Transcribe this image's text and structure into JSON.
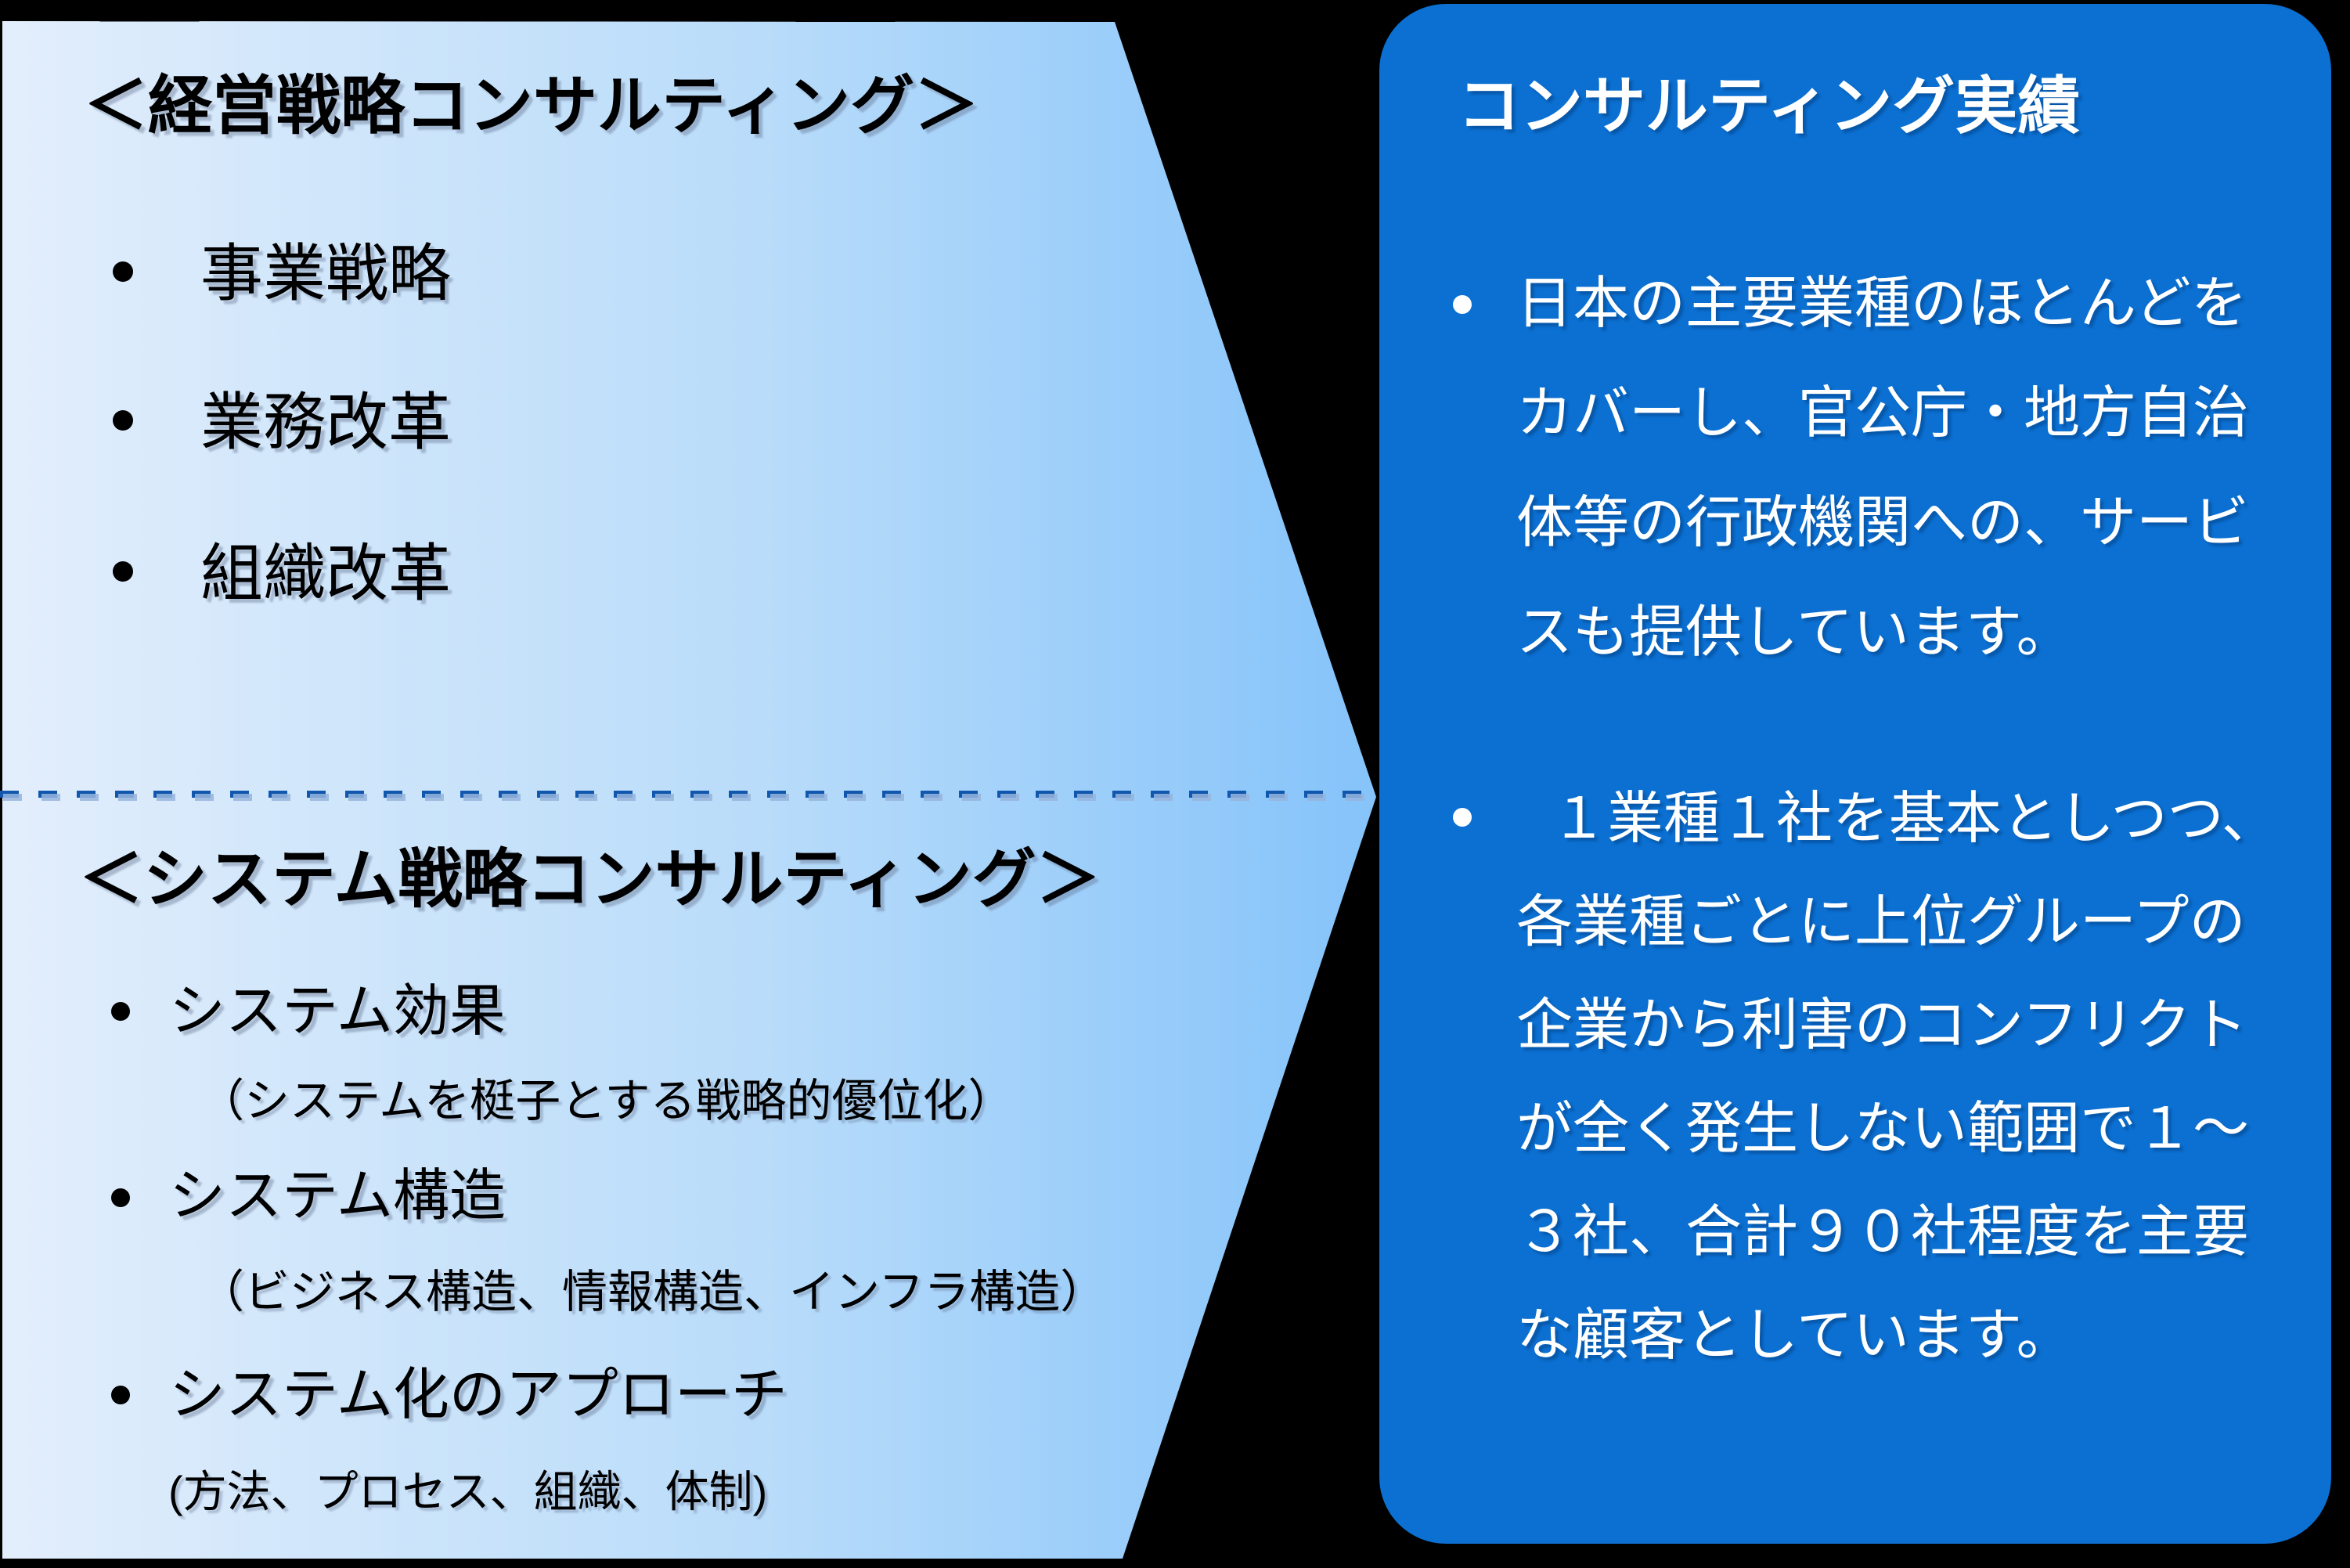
{
  "page": {
    "background_color": "#000000"
  },
  "arrow_panel": {
    "gradient_start_color": "#d9eafb",
    "gradient_end_color": "#85c3fa",
    "divider_color": "#1157ad",
    "heading_management": "＜経営戦略コンサルティング＞",
    "management_bullets": [
      {
        "marker": "bullet-dot",
        "label": "事業戦略"
      },
      {
        "marker": "bullet-dot",
        "label": "業務改革"
      },
      {
        "marker": "bullet-dot",
        "label": "組織改革"
      }
    ],
    "heading_system": "＜システム戦略コンサルティング＞",
    "system_bullets": [
      {
        "marker": "bullet-dot",
        "label": "システム効果",
        "note": "（システムを梃子とする戦略的優位化）"
      },
      {
        "marker": "bullet-dot",
        "label": "システム構造",
        "note": "（ビジネス構造、情報構造、インフラ構造）"
      },
      {
        "marker": "bullet-dot",
        "label": "システム化のアプローチ",
        "note": "(方法、プロセス、組織、体制)"
      }
    ]
  },
  "result_box": {
    "background_color": "#0b70d2",
    "text_color": "#ffffff",
    "title": "コンサルティング実績",
    "bullets": [
      {
        "marker": "bullet-dot",
        "text": "日本の主要業種のほとんどをカバーし、官公庁・地方自治体等の行政機関への、サービスも提供しています。",
        "lines": [
          "日本の主要業種のほとんどを",
          "カバーし、官公庁・地方自治",
          "体等の行政機関への、サービ",
          "スも提供しています。"
        ]
      },
      {
        "marker": "bullet-dot",
        "text": "１業種１社を基本としつつ、各業種ごとに上位グループの企業から利害のコンフリクトが全く発生しない範囲で１～３社、合計９０社程度を主要な顧客としています。",
        "lines": [
          "１業種１社を基本としつつ、",
          "各業種ごとに上位グループの",
          "企業から利害のコンフリクト",
          "が全く発生しない範囲で１～",
          "３社、合計９０社程度を主要",
          "な顧客としています。"
        ]
      }
    ]
  }
}
